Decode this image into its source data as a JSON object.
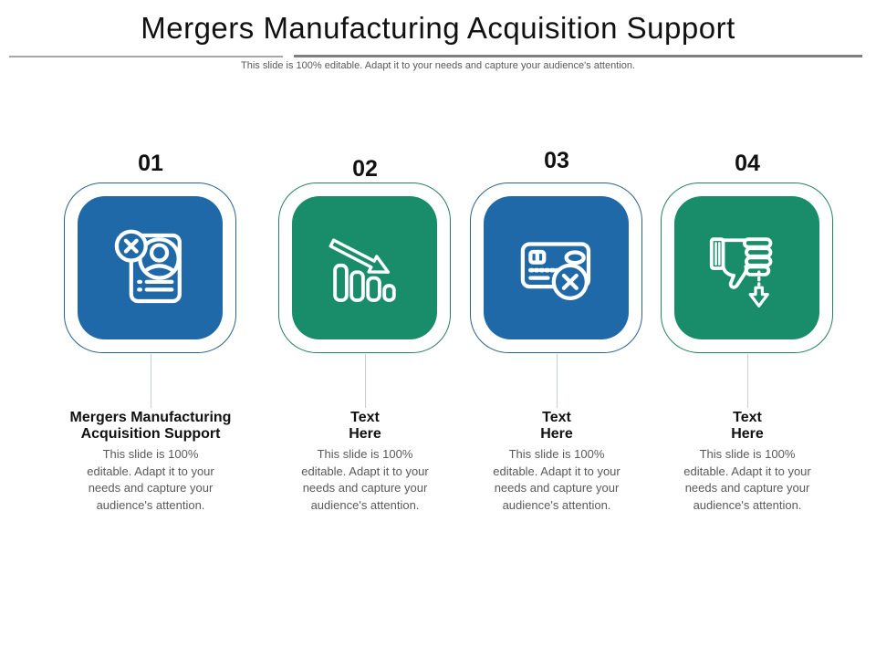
{
  "header": {
    "title": "Mergers Manufacturing Acquisition Support",
    "subtitle": "This slide is 100% editable. Adapt it to your needs and capture your audience's attention."
  },
  "steps": [
    {
      "number": "01",
      "accent": "blue",
      "icon": "rejected-candidate-document-icon",
      "label": "Mergers Manufacturing\nAcquisition Support",
      "description": "This slide is 100%\neditable. Adapt it to your\nneeds and capture your\naudience's attention."
    },
    {
      "number": "02",
      "accent": "green",
      "icon": "declining-bar-chart-icon",
      "label": "Text\nHere",
      "description": "This slide is 100%\neditable. Adapt it to your\nneeds and capture your\naudience's attention."
    },
    {
      "number": "03",
      "accent": "blue",
      "icon": "declined-credit-card-icon",
      "label": "Text\nHere",
      "description": "This slide is 100%\neditable. Adapt it to your\nneeds and capture your\naudience's attention."
    },
    {
      "number": "04",
      "accent": "green",
      "icon": "thumbs-down-arrow-icon",
      "label": "Text\nHere",
      "description": "This slide is 100%\neditable. Adapt it to your\nneeds and capture your\naudience's attention."
    }
  ],
  "colors": {
    "blue": "#2069a8",
    "green": "#198d69",
    "blueBorder": "#29618c",
    "greenBorder": "#23825f",
    "connector": "#c9ced2",
    "muted": "#595959",
    "ruleLeft": "#a6a6a6",
    "ruleRight": "#7f7f7f"
  }
}
